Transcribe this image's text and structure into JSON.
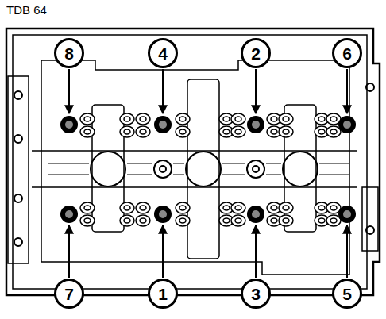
{
  "diagram": {
    "nodes": [
      {
        "text": [
          "8"
        ]
      },
      {
        "text": [
          "4"
        ]
      },
      {
        "text": [
          "2"
        ]
      },
      {
        "text": [
          "6"
        ]
      },
      {
        "text": [
          "7"
        ]
      },
      {
        "text": [
          "1"
        ]
      },
      {
        "text": [
          "3"
        ]
      },
      {
        "text": [
          "5"
        ]
      }
    ],
    "labels": [
      "TDB 64"
    ]
  }
}
